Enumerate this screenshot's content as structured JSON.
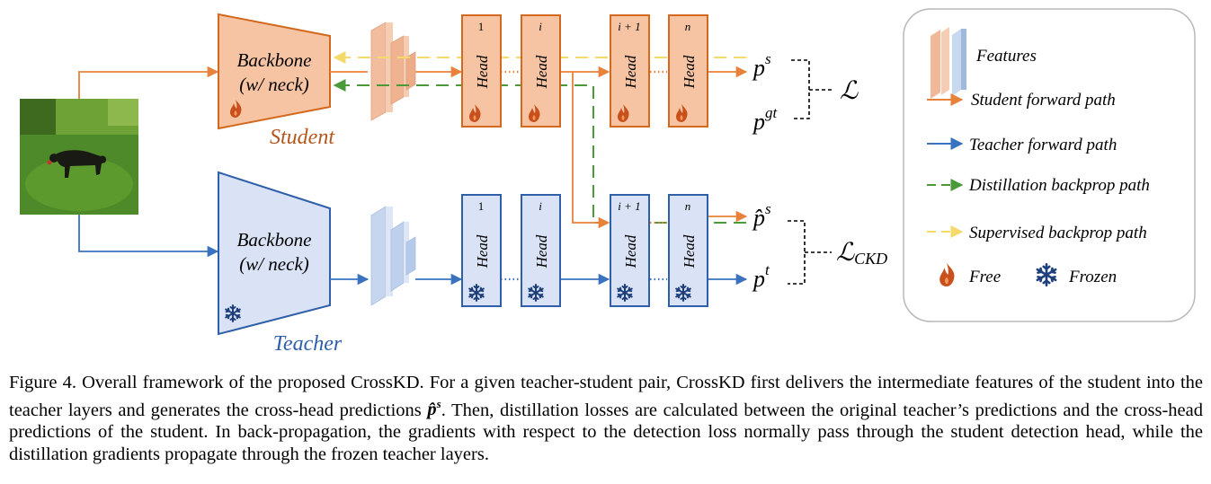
{
  "colors": {
    "student_fill": "#f7c4a3",
    "student_stroke": "#d2691e",
    "teacher_fill": "#d9e3f5",
    "teacher_stroke": "#2e5fa8",
    "student_path": "#e8823a",
    "teacher_path": "#3a72c0",
    "distill_path": "#4a9a3a",
    "supervised_path": "#f5d96b",
    "feature_orange": "#f0b898",
    "feature_blue": "#c8d8ee"
  },
  "student": {
    "backbone_line1": "Backbone",
    "backbone_line2": "(w/ neck)",
    "label": "Student",
    "icon": "fire-icon"
  },
  "teacher": {
    "backbone_line1": "Backbone",
    "backbone_line2": "(w/ neck)",
    "label": "Teacher",
    "icon": "snowflake-icon"
  },
  "heads": {
    "label": "Head",
    "indices": [
      "1",
      "i",
      "i + 1",
      "n"
    ]
  },
  "outputs": {
    "p_s": "p",
    "p_s_sup": "s",
    "p_gt": "p",
    "p_gt_sup": "gt",
    "p_hat_s": "p̂",
    "p_hat_s_sup": "s",
    "p_t": "p",
    "p_t_sup": "t",
    "loss": "ℒ",
    "loss_ckd": "ℒ",
    "loss_ckd_sub": "CKD"
  },
  "legend": {
    "features": "Features",
    "student_forward": "Student forward path",
    "teacher_forward": "Teacher forward path",
    "distill_back": "Distillation backprop path",
    "supervised_back": "Supervised backprop path",
    "free": "Free",
    "frozen": "Frozen"
  },
  "caption": {
    "part1": "Figure 4. Overall framework of the proposed CrossKD. For a given teacher-student pair, CrossKD first delivers the intermediate features of the student into the teacher layers and generates the cross-head predictions ",
    "math": "p̂",
    "math_sup": "s",
    "part2": ". Then, distillation losses are calculated between the original teacher’s predictions and the cross-head predictions of the student. In back-propagation, the gradients with respect to the detection loss normally pass through the student detection head, while the distillation gradients propagate through the frozen teacher layers."
  }
}
